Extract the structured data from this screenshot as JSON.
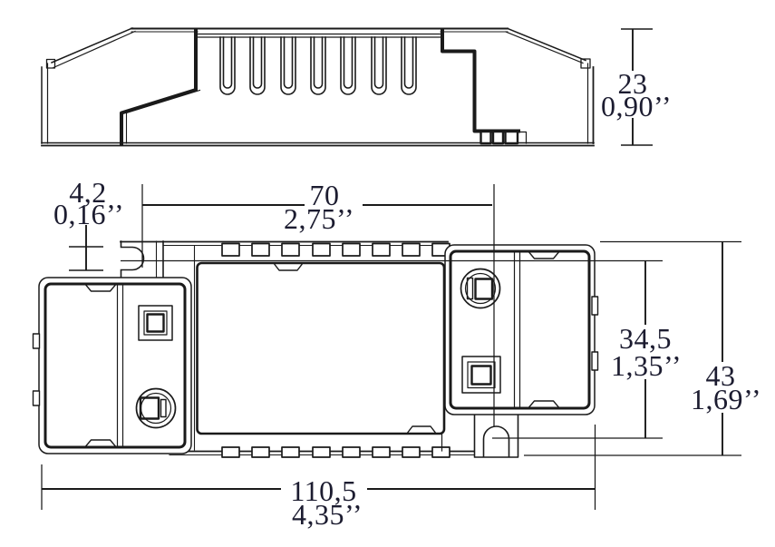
{
  "colors": {
    "line": "#1a1a1a",
    "text": "#1c1c30",
    "background": "#ffffff"
  },
  "dimensions": {
    "profile_height": {
      "mm": "23",
      "inch": "0,90’’"
    },
    "slot_width": {
      "mm": "4,2",
      "inch": "0,16’’"
    },
    "slot_spacing": {
      "mm": "70",
      "inch": "2,75’’"
    },
    "body_height": {
      "mm": "34,5",
      "inch": "1,35’’"
    },
    "overall_height": {
      "mm": "43",
      "inch": "1,69’’"
    },
    "overall_length": {
      "mm": "110,5",
      "inch": "4,35’’"
    }
  }
}
